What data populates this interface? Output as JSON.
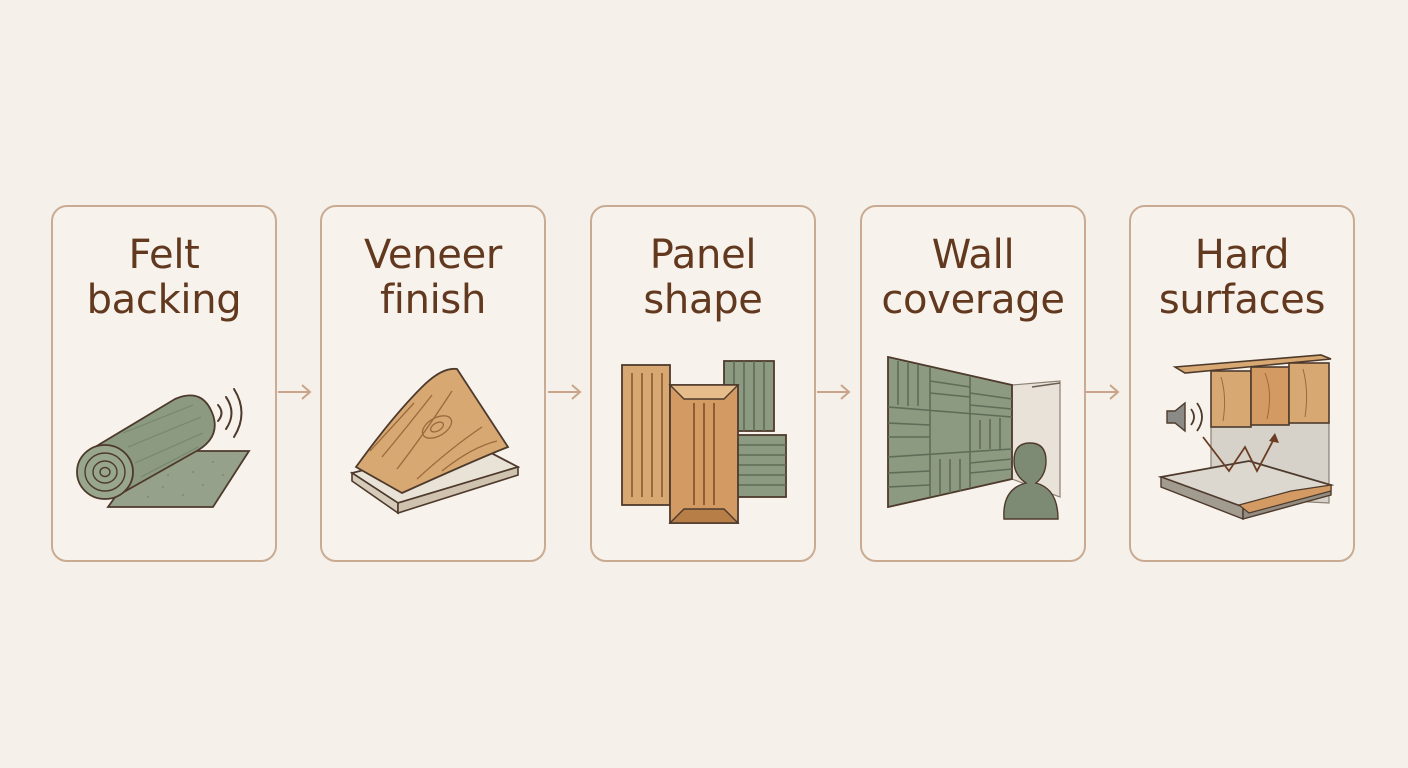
{
  "steps": [
    {
      "title_line1": "Felt",
      "title_line2": "backing",
      "icon": "felt-roll-icon"
    },
    {
      "title_line1": "Veneer",
      "title_line2": "finish",
      "icon": "wood-veneer-sheet-icon"
    },
    {
      "title_line1": "Panel",
      "title_line2": "shape",
      "icon": "slatted-panels-icon"
    },
    {
      "title_line1": "Wall",
      "title_line2": "coverage",
      "icon": "wall-panels-with-person-icon"
    },
    {
      "title_line1": "Hard",
      "title_line2": "surfaces",
      "icon": "sound-reflection-room-icon"
    }
  ],
  "colors": {
    "background": "#f5f1ea",
    "card_border": "#c9ab93",
    "title_text": "#62391f",
    "felt_green": "#8c9a82",
    "wood": "#d8a872",
    "wood_dark": "#c58c56",
    "outline": "#4e3a2c",
    "arrow": "#c9a48a"
  }
}
